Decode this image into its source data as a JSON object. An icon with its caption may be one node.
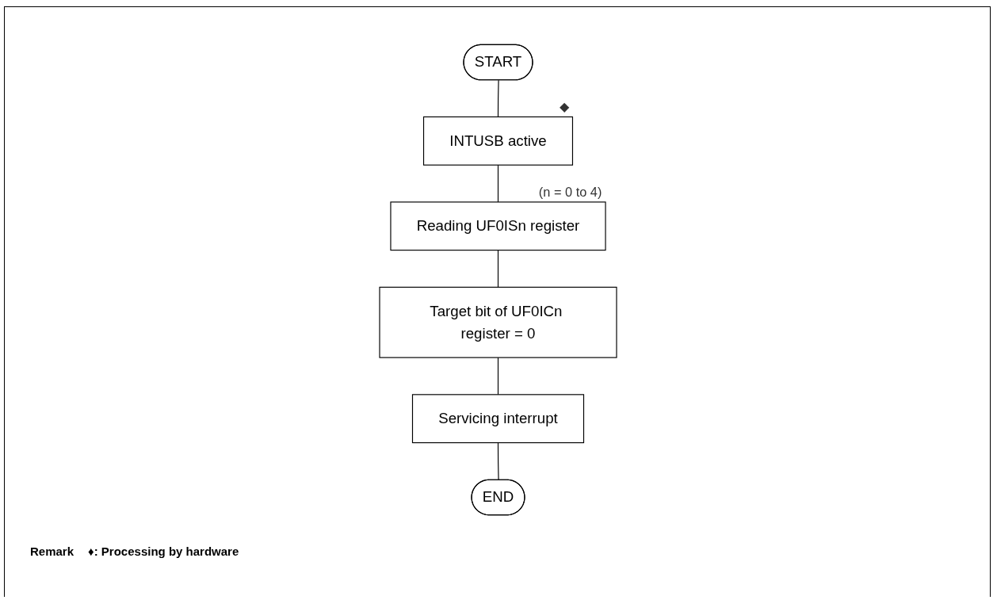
{
  "diagram": {
    "nodes": [
      {
        "text": [
          "START"
        ]
      },
      {
        "text": [
          "INTUSB active"
        ],
        "beside": [
          "◆"
        ]
      },
      {
        "text": [
          "Reading UF0ISn register"
        ],
        "beside": [
          "(n = 0 to 4)"
        ]
      },
      {
        "text": [
          "Target bit of UF0ICn register = 0"
        ]
      },
      {
        "text": [
          "Servicing interrupt"
        ]
      },
      {
        "text": [
          "END"
        ]
      }
    ],
    "edges": [
      {
        "from": 0,
        "to": 1,
        "arrow": "none"
      },
      {
        "from": 1,
        "to": 2,
        "arrow": "none"
      },
      {
        "from": 2,
        "to": 3,
        "arrow": "none"
      },
      {
        "from": 3,
        "to": 4,
        "arrow": "none"
      },
      {
        "from": 4,
        "to": 5,
        "arrow": "none"
      }
    ],
    "labels": [
      "Remark",
      "♦: Processing by hardware"
    ]
  }
}
